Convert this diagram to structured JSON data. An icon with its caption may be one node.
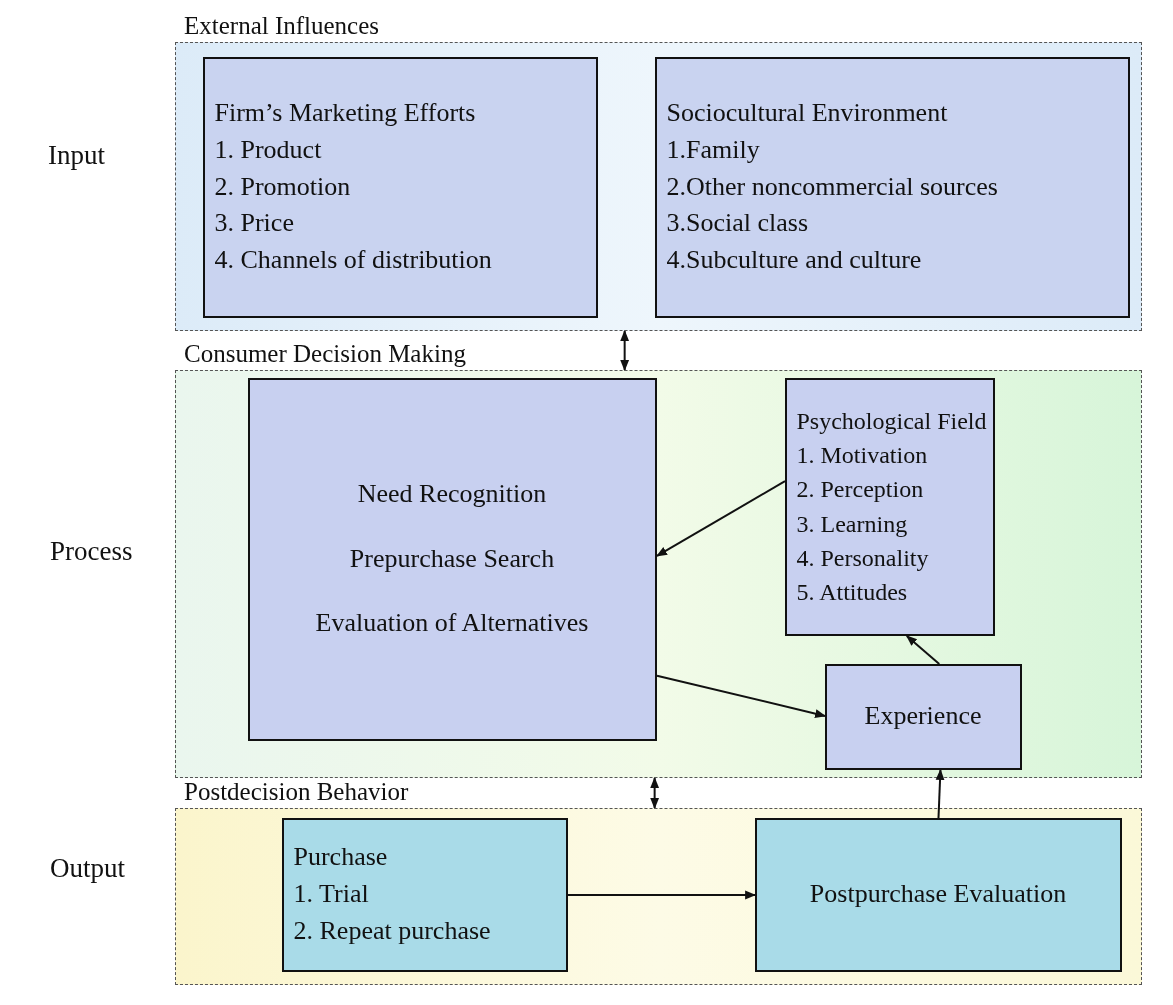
{
  "diagram": {
    "nodes": [
      {
        "text": [
          "External Influences"
        ]
      },
      {
        "text": [
          "Firm’s Marketing Efforts",
          "1. Product",
          "2. Promotion",
          "3. Price",
          "4. Channels of distribution"
        ],
        "in": 0
      },
      {
        "text": [
          "Sociocultural Environment",
          "1.Family",
          "2.Other noncommercial sources",
          "3.Social class",
          "4.Subculture and culture"
        ],
        "in": 0
      },
      {
        "text": [
          "Consumer Decision Making"
        ]
      },
      {
        "text": [
          "Need Recognition",
          "Prepurchase Search",
          "Evaluation of Alternatives"
        ],
        "in": 3
      },
      {
        "text": [
          "Psychological Field",
          "1. Motivation",
          "2. Perception",
          "3. Learning",
          "4. Personality",
          "5. Attitudes"
        ],
        "in": 3
      },
      {
        "text": [
          "Experience"
        ],
        "in": 3
      },
      {
        "text": [
          "Postdecision Behavior"
        ]
      },
      {
        "text": [
          "Purchase",
          "1. Trial",
          "2. Repeat purchase"
        ],
        "in": 7
      },
      {
        "text": [
          "Postpurchase Evaluation"
        ],
        "in": 7
      }
    ],
    "edges": [
      {
        "from": 0,
        "to": 3,
        "arrow": "both"
      },
      {
        "from": 3,
        "to": 7,
        "arrow": "both"
      },
      {
        "from": 5,
        "to": 4,
        "arrow": "to"
      },
      {
        "from": 4,
        "to": 6,
        "arrow": "to"
      },
      {
        "from": 6,
        "to": 5,
        "arrow": "to"
      },
      {
        "from": 8,
        "to": 9,
        "arrow": "to"
      },
      {
        "from": 9,
        "to": 6,
        "arrow": "to"
      }
    ],
    "labels": [
      "Input",
      "Process",
      "Output"
    ]
  }
}
